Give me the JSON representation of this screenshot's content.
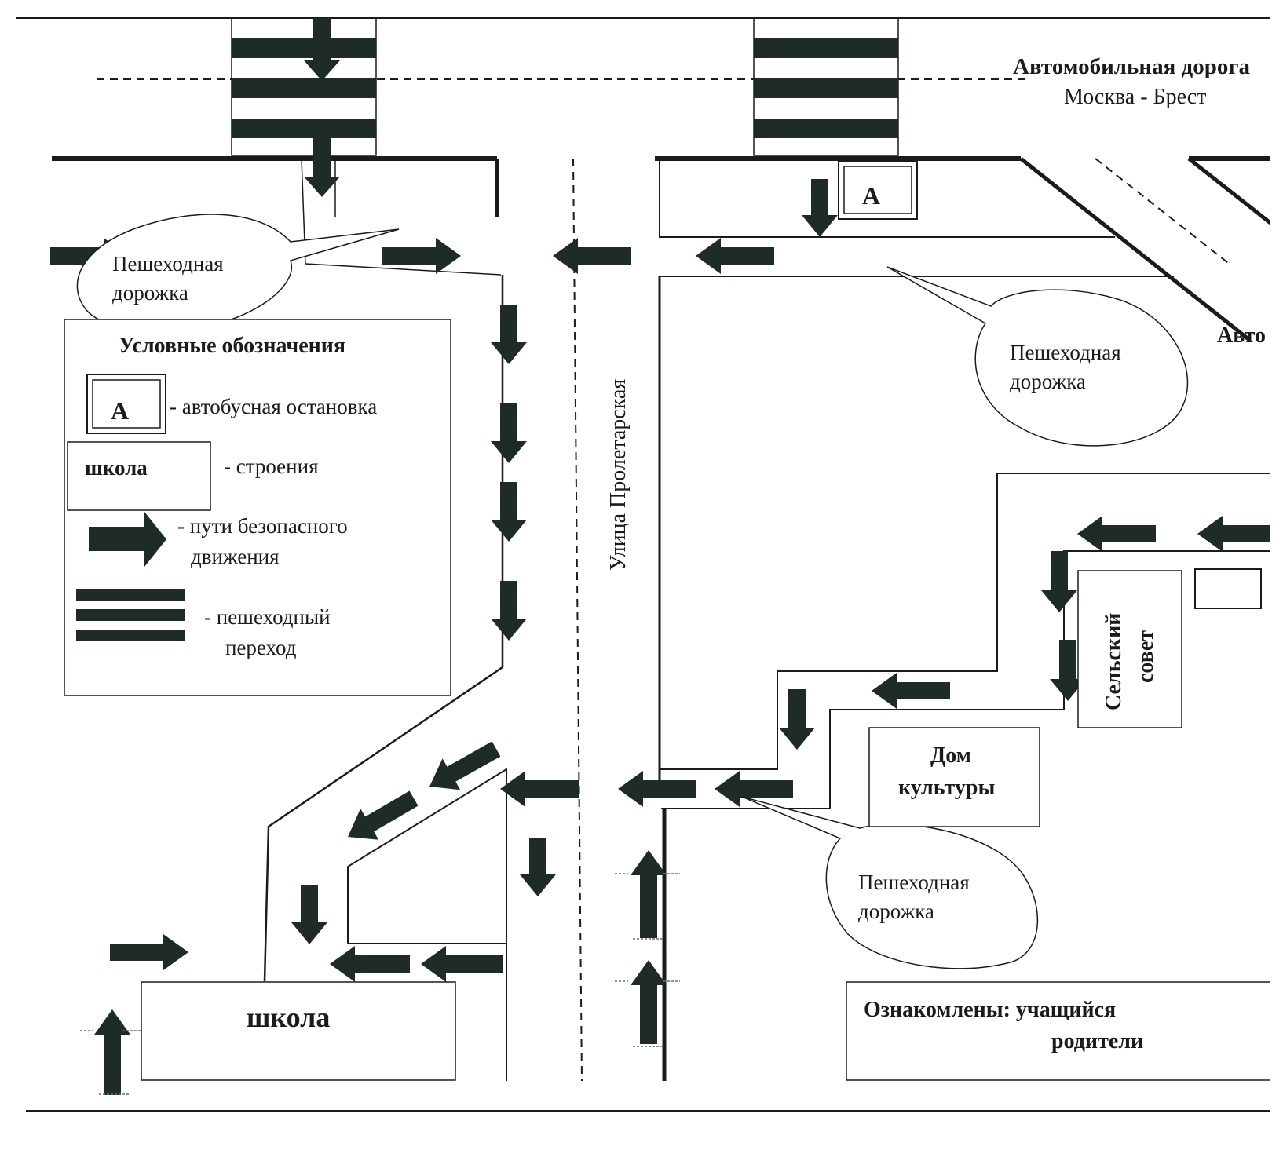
{
  "road": {
    "name_line1": "Автомобильная дорога",
    "name_line2": "Москва - Брест",
    "side_label": "Авто"
  },
  "street": {
    "name": "Улица Пролетарская"
  },
  "callouts": {
    "path_top_left_l1": "Пешеходная",
    "path_top_left_l2": "дорожка",
    "path_top_right_l1": "Пешеходная",
    "path_top_right_l2": "дорожка",
    "path_bottom_l1": "Пешеходная",
    "path_bottom_l2": "дорожка"
  },
  "legend": {
    "title": "Условные обозначения",
    "bus_stop_symbol": "А",
    "bus_stop_desc": "- автобусная остановка",
    "building_sample": "школа",
    "building_desc": "-  строения",
    "route_desc_l1": "- пути безопасного",
    "route_desc_l2": "движения",
    "crossing_desc_l1": "- пешеходный",
    "crossing_desc_l2": "переход"
  },
  "bus_stop": {
    "symbol": "А"
  },
  "buildings": {
    "school": "школа",
    "council_l1": "Сельский",
    "council_l2": "совет",
    "culture_l1": "Дом",
    "culture_l2": "культуры"
  },
  "signature": {
    "line1": "Ознакомлены: учащийся",
    "line2": "родители"
  },
  "colors": {
    "ink": "#1b1b1b",
    "arrow": "#1f2b26",
    "paper": "#ffffff"
  }
}
